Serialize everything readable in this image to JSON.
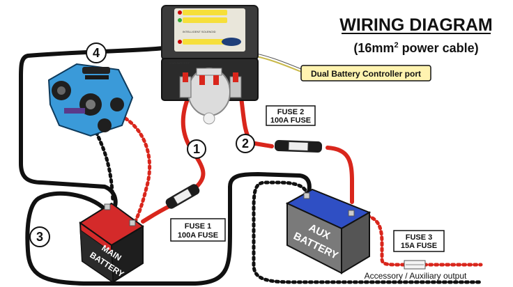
{
  "title": {
    "main": "WIRING DIAGRAM",
    "sub_prefix": "(16mm",
    "sub_sup": "2",
    "sub_suffix": " power cable)"
  },
  "callout": {
    "controller_port": "Dual Battery Controller port"
  },
  "fuses": {
    "fuse1": {
      "name": "FUSE 1",
      "rating": "100A  FUSE"
    },
    "fuse2": {
      "name": "FUSE 2",
      "rating": "100A  FUSE"
    },
    "fuse3": {
      "name": "FUSE 3",
      "rating": "15A FUSE"
    }
  },
  "batteries": {
    "main": {
      "line1": "MAIN",
      "line2": "BATTERY"
    },
    "aux": {
      "line1": "AUX",
      "line2": "BATTERY"
    }
  },
  "wire_numbers": {
    "n1": "1",
    "n2": "2",
    "n3": "3",
    "n4": "4"
  },
  "accessory_output": "Accessory / Auxiliary output",
  "solenoid": {
    "panel_text": "INTELLIGENT SOLENOID",
    "terminal_label": "MAIN BATTERY"
  },
  "colors": {
    "positive": "#d9261c",
    "negative": "#111111",
    "main_battery_top": "#d42a2a",
    "aux_battery_top": "#2f4fc4",
    "engine": "#3a9ad9",
    "callout_fill": "#fff3b0"
  },
  "icons": {
    "engine": "engine-icon",
    "solenoid": "solenoid-icon",
    "fuse": "inline-fuse-icon"
  }
}
